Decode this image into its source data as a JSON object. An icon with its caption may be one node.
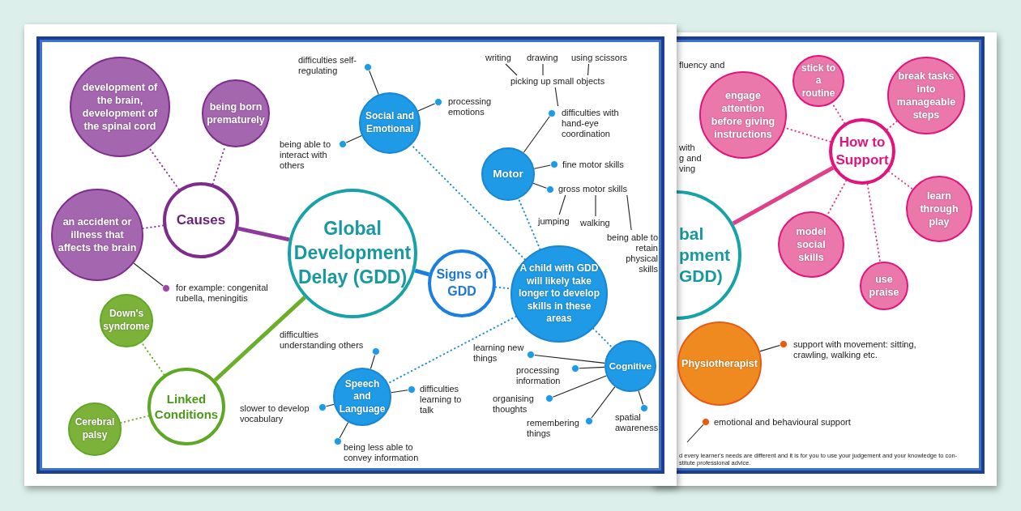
{
  "diagram": {
    "nodes": [
      {
        "text": [
          "Global Development Delay (GDD)"
        ]
      },
      {
        "text": [
          "Causes"
        ]
      },
      {
        "text": [
          "development of the brain, development of the spinal cord"
        ]
      },
      {
        "text": [
          "being born prematurely"
        ]
      },
      {
        "text": [
          "an accident or illness that affects the brain"
        ]
      },
      {
        "text": [
          "for example: congenital rubella, meningitis"
        ]
      },
      {
        "text": [
          "Linked Conditions"
        ]
      },
      {
        "text": [
          "Down's syndrome"
        ]
      },
      {
        "text": [
          "Cerebral palsy"
        ]
      },
      {
        "text": [
          "Signs of GDD"
        ]
      },
      {
        "text": [
          "A child with GDD will likely take longer to develop skills in these areas"
        ]
      },
      {
        "text": [
          "Social and Emotional"
        ]
      },
      {
        "text": [
          "difficulties self-regulating"
        ]
      },
      {
        "text": [
          "processing emotions"
        ]
      },
      {
        "text": [
          "being able to interact with others"
        ]
      },
      {
        "text": [
          "Motor"
        ]
      },
      {
        "text": [
          "difficulties with hand-eye coordination"
        ]
      },
      {
        "text": [
          "picking up small objects"
        ]
      },
      {
        "text": [
          "writing"
        ]
      },
      {
        "text": [
          "drawing"
        ]
      },
      {
        "text": [
          "using scissors"
        ]
      },
      {
        "text": [
          "fine motor skills"
        ]
      },
      {
        "text": [
          "gross motor skills"
        ]
      },
      {
        "text": [
          "jumping"
        ]
      },
      {
        "text": [
          "walking"
        ]
      },
      {
        "text": [
          "being able to retain physical skills"
        ]
      },
      {
        "text": [
          "Speech and Language"
        ]
      },
      {
        "text": [
          "difficulties understanding others"
        ]
      },
      {
        "text": [
          "difficulties learning to talk"
        ]
      },
      {
        "text": [
          "slower to develop vocabulary"
        ]
      },
      {
        "text": [
          "being less able to convey information"
        ]
      },
      {
        "text": [
          "Cognitive"
        ]
      },
      {
        "text": [
          "learning new things"
        ]
      },
      {
        "text": [
          "processing information"
        ]
      },
      {
        "text": [
          "organising thoughts"
        ]
      },
      {
        "text": [
          "remembering things"
        ]
      },
      {
        "text": [
          "spatial awareness"
        ]
      },
      {
        "text": [
          "bal pment GDD)"
        ]
      },
      {
        "text": [
          "How to Support"
        ]
      },
      {
        "text": [
          "engage attention before giving instructions"
        ]
      },
      {
        "text": [
          "stick to a routine"
        ]
      },
      {
        "text": [
          "break tasks into manageable steps"
        ]
      },
      {
        "text": [
          "learn through play"
        ]
      },
      {
        "text": [
          "model social skills"
        ]
      },
      {
        "text": [
          "use praise"
        ]
      },
      {
        "text": [
          "Physiotherapist"
        ]
      },
      {
        "text": [
          "support with movement: sitting, crawling, walking etc."
        ]
      },
      {
        "text": [
          "emotional and behavioural support"
        ]
      }
    ],
    "edges": [
      {
        "from": 0,
        "to": 1,
        "arrow": "none",
        "style": "thick",
        "color": "#8e3a9c"
      },
      {
        "from": 1,
        "to": 2,
        "arrow": "none",
        "style": "dashed",
        "color": "#8e3a9c"
      },
      {
        "from": 1,
        "to": 3,
        "arrow": "none",
        "style": "dashed",
        "color": "#8e3a9c"
      },
      {
        "from": 1,
        "to": 4,
        "arrow": "none",
        "style": "dashed",
        "color": "#8e3a9c"
      },
      {
        "from": 4,
        "to": 5,
        "arrow": "other"
      },
      {
        "from": 0,
        "to": 6,
        "arrow": "none",
        "style": "thick",
        "color": "#6aae2a"
      },
      {
        "from": 6,
        "to": 7,
        "arrow": "none",
        "style": "dashed",
        "color": "#6aae2a"
      },
      {
        "from": 6,
        "to": 8,
        "arrow": "none",
        "style": "dashed",
        "color": "#6aae2a"
      },
      {
        "from": 0,
        "to": 9,
        "arrow": "none",
        "style": "thick",
        "color": "#1b7fe0"
      },
      {
        "from": 9,
        "to": 10,
        "arrow": "none",
        "style": "dashed",
        "color": "#1b8fe0"
      },
      {
        "from": 10,
        "to": 11,
        "arrow": "none",
        "style": "dashed",
        "color": "#1b8fe0"
      },
      {
        "from": 10,
        "to": 15,
        "arrow": "none",
        "style": "dashed",
        "color": "#1b8fe0"
      },
      {
        "from": 10,
        "to": 26,
        "arrow": "none",
        "style": "dashed",
        "color": "#1b8fe0"
      },
      {
        "from": 10,
        "to": 31,
        "arrow": "none",
        "style": "dashed",
        "color": "#1b8fe0"
      },
      {
        "from": 11,
        "to": 12,
        "arrow": "other"
      },
      {
        "from": 11,
        "to": 13,
        "arrow": "other"
      },
      {
        "from": 11,
        "to": 14,
        "arrow": "other"
      },
      {
        "from": 15,
        "to": 16,
        "arrow": "other"
      },
      {
        "from": 17,
        "to": 16,
        "arrow": "none"
      },
      {
        "from": 17,
        "to": 18,
        "arrow": "none"
      },
      {
        "from": 17,
        "to": 19,
        "arrow": "none"
      },
      {
        "from": 17,
        "to": 20,
        "arrow": "none"
      },
      {
        "from": 15,
        "to": 21,
        "arrow": "other"
      },
      {
        "from": 15,
        "to": 22,
        "arrow": "other"
      },
      {
        "from": 22,
        "to": 23,
        "arrow": "none"
      },
      {
        "from": 22,
        "to": 24,
        "arrow": "none"
      },
      {
        "from": 22,
        "to": 25,
        "arrow": "none"
      },
      {
        "from": 26,
        "to": 27,
        "arrow": "other"
      },
      {
        "from": 26,
        "to": 28,
        "arrow": "other"
      },
      {
        "from": 26,
        "to": 29,
        "arrow": "other"
      },
      {
        "from": 26,
        "to": 30,
        "arrow": "other"
      },
      {
        "from": 31,
        "to": 32,
        "arrow": "other"
      },
      {
        "from": 31,
        "to": 33,
        "arrow": "other"
      },
      {
        "from": 31,
        "to": 34,
        "arrow": "other"
      },
      {
        "from": 31,
        "to": 35,
        "arrow": "other"
      },
      {
        "from": 31,
        "to": 36,
        "arrow": "other"
      },
      {
        "from": 37,
        "to": 38,
        "arrow": "none",
        "style": "thick",
        "color": "#e0408a"
      },
      {
        "from": 38,
        "to": 39,
        "arrow": "none",
        "style": "dashed",
        "color": "#e0408a"
      },
      {
        "from": 38,
        "to": 40,
        "arrow": "none",
        "style": "dashed",
        "color": "#e0408a"
      },
      {
        "from": 38,
        "to": 41,
        "arrow": "none",
        "style": "dashed",
        "color": "#e0408a"
      },
      {
        "from": 38,
        "to": 42,
        "arrow": "none",
        "style": "dashed",
        "color": "#e0408a"
      },
      {
        "from": 38,
        "to": 43,
        "arrow": "none",
        "style": "dashed",
        "color": "#e0408a"
      },
      {
        "from": 38,
        "to": 44,
        "arrow": "none",
        "style": "dashed",
        "color": "#e0408a"
      },
      {
        "from": 45,
        "to": 46,
        "arrow": "other"
      },
      {
        "from": null,
        "to": 47,
        "arrow": "other"
      }
    ],
    "labels": [
      "fluency and",
      "with",
      "g and",
      "ving",
      "d every learner's needs are different and it is for you to use your judgement and your knowledge to con-",
      "stitute professional advice."
    ]
  }
}
